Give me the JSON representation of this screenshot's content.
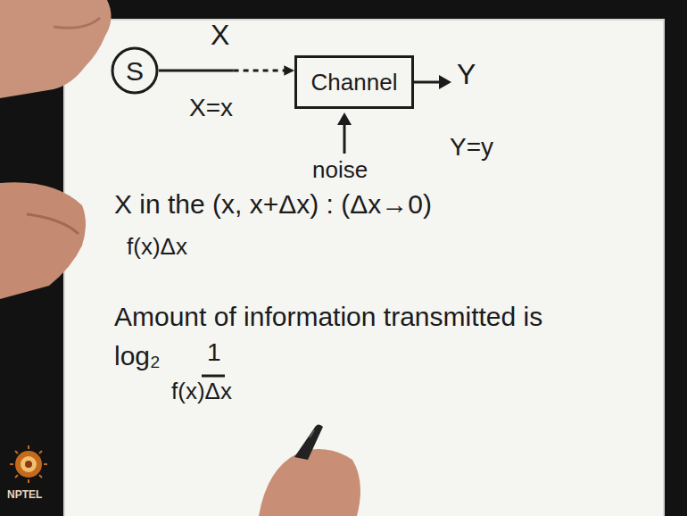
{
  "diagram": {
    "nodes": [
      {
        "text": [
          "S"
        ]
      },
      {
        "text": [
          "Channel"
        ]
      }
    ],
    "edges": [
      {
        "from": 0,
        "to": 1,
        "arrow": "to"
      }
    ],
    "labels": [
      "X",
      "X=x",
      "Y",
      "Y=y",
      "noise",
      "X in the (x, x+Δx) : (Δx→0)",
      "f(x)Δx",
      "Amount of information transmitted is",
      "log₂",
      "1",
      "f(x)Δx",
      "NPTEL"
    ]
  }
}
